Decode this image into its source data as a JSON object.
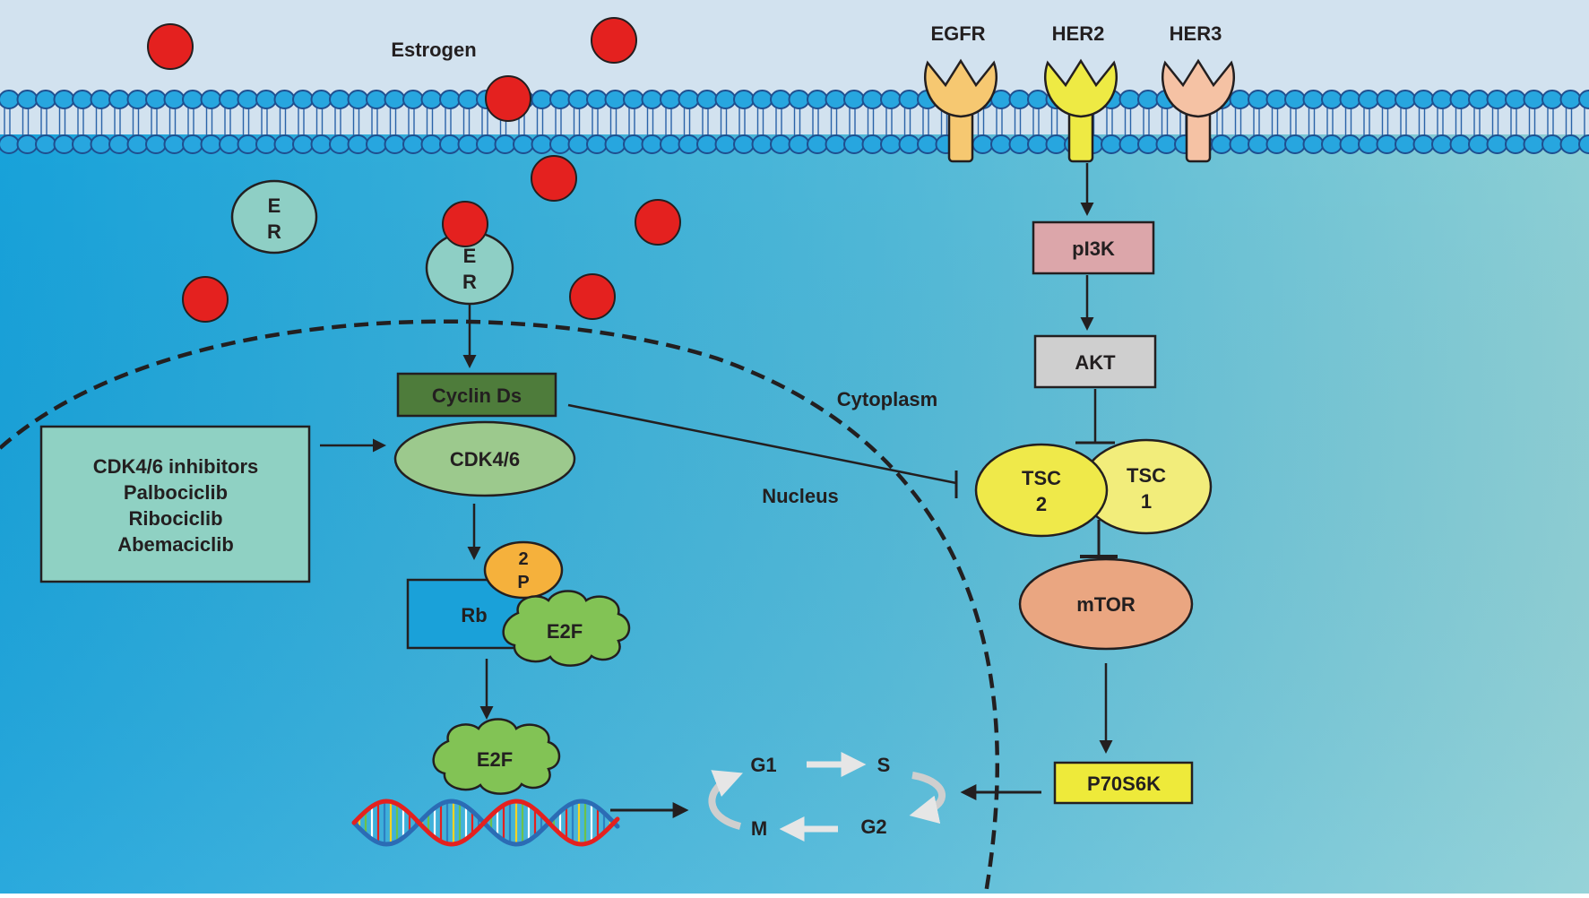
{
  "labels": {
    "estrogen": "Estrogen",
    "cytoplasm": "Cytoplasm",
    "nucleus": "Nucleus",
    "er1_top": "E",
    "er1_bottom": "R",
    "er2_top": "E",
    "er2_bottom": "R",
    "cyclin": "Cyclin Ds",
    "cdk": "CDK4/6",
    "phospho_top": "2",
    "phospho_bottom": "P",
    "rb": "Rb",
    "e2f_bound": "E2F",
    "e2f_free": "E2F",
    "egfr": "EGFR",
    "her2": "HER2",
    "her3": "HER3",
    "pi3k": "pI3K",
    "akt": "AKT",
    "tsc2_top": "TSC",
    "tsc2_bottom": "2",
    "tsc1_top": "TSC",
    "tsc1_bottom": "1",
    "mtor": "mTOR",
    "p70s6k": "P70S6K"
  },
  "inhibitors": {
    "lines": [
      "CDK4/6 inhibitors",
      "Palbociclib",
      "Ribociclib",
      "Abemaciclib"
    ]
  },
  "cell_cycle": {
    "g1": "G1",
    "s": "S",
    "g2": "G2",
    "m": "M"
  },
  "colors": {
    "background_top": "#d2e2ef",
    "cytoplasm_left": "#1aa3d9",
    "cytoplasm_right": "#8acdd4",
    "membrane": "#27a6df",
    "estrogen": "#e4211f",
    "er": "#8ecfc5",
    "cyclin": "#4e7c3b",
    "cdk": "#9cc98d",
    "phospho": "#f5b13c",
    "rb": "#1aa1d9",
    "e2f": "#82c355",
    "inhibitor_box": "#8fd1c3",
    "egfr": "#f6c871",
    "her2": "#eeea44",
    "her3": "#f5c2a4",
    "pi3k": "#dca6aa",
    "akt": "#cfcfcf",
    "tsc2": "#efe94a",
    "tsc1": "#f2ed7b",
    "mtor": "#eaa681",
    "p70s6k": "#eeea3a"
  }
}
